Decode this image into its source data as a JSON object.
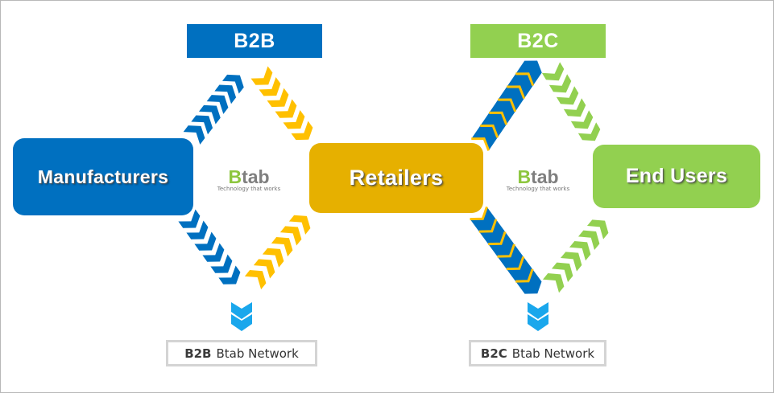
{
  "categories": {
    "b2b": {
      "label": "B2B",
      "color": "#0070c0"
    },
    "b2c": {
      "label": "B2C",
      "color": "#92d050"
    }
  },
  "nodes": {
    "manufacturers": {
      "label": "Manufacturers",
      "color": "#0070c0"
    },
    "retailers": {
      "label": "Retailers",
      "color": "#e6b000"
    },
    "end_users": {
      "label": "End Users",
      "color": "#92d050"
    }
  },
  "logo": {
    "first_letter": "B",
    "rest": "tab",
    "tagline": "Technology that works",
    "letter_color": "#8dc63f",
    "text_color": "#7f7f7f"
  },
  "networks": {
    "b2b": {
      "prefix": "B2B",
      "name": "Btab Network"
    },
    "b2c": {
      "prefix": "B2C",
      "name": "Btab Network"
    }
  },
  "colors": {
    "blue": "#0070c0",
    "yellow": "#ffc000",
    "green": "#92d050",
    "light_blue": "#1aa7ec"
  },
  "flows": [
    {
      "name": "manufacturers-to-b2b",
      "color": "blue",
      "stripe": null,
      "direction": "up"
    },
    {
      "name": "b2b-to-retailers",
      "color": "yellow",
      "stripe": null,
      "direction": "down"
    },
    {
      "name": "manufacturers-to-b2b-network",
      "color": "blue",
      "stripe": null,
      "direction": "down"
    },
    {
      "name": "b2b-network-to-retailers",
      "color": "yellow",
      "stripe": null,
      "direction": "up"
    },
    {
      "name": "retailers-to-b2c",
      "color": "blue",
      "stripe": "yellow",
      "direction": "up"
    },
    {
      "name": "b2c-to-end-users",
      "color": "green",
      "stripe": null,
      "direction": "down"
    },
    {
      "name": "retailers-to-b2c-network",
      "color": "blue",
      "stripe": "yellow",
      "direction": "down"
    },
    {
      "name": "b2c-network-to-end-users",
      "color": "green",
      "stripe": null,
      "direction": "up"
    }
  ]
}
